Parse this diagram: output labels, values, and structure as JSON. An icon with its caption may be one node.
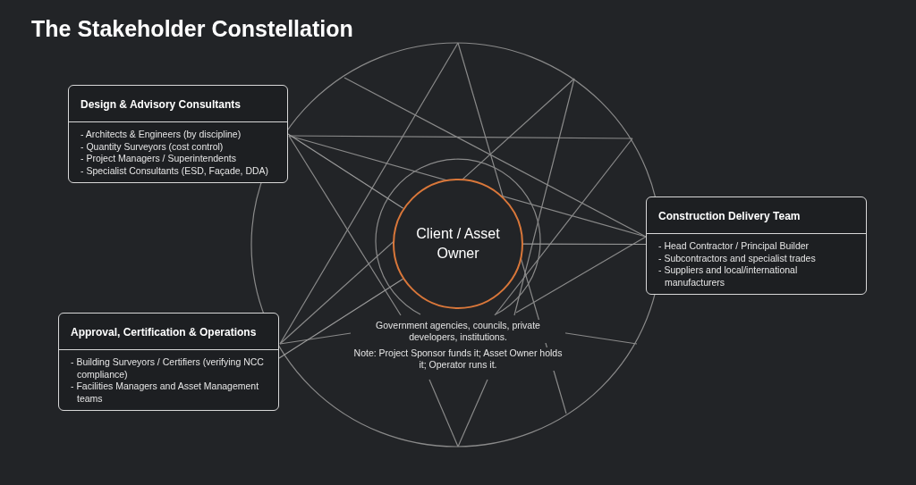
{
  "diagram": {
    "title": "The Stakeholder Constellation",
    "nodes": [
      {
        "text": [
          "Client / Asset Owner"
        ],
        "beside": [
          "Government agencies, councils, private developers, institutions.",
          "Note: Project Sponsor funds it; Asset Owner holds it; Operator runs it."
        ]
      },
      {
        "text": [
          "Design & Advisory Consultants",
          "- Architects & Engineers (by discipline)",
          "- Quantity Surveyors (cost control)",
          "- Project Managers / Superintendents",
          "- Specialist Consultants (ESD, Façade, DDA)"
        ]
      },
      {
        "text": [
          "Construction Delivery Team",
          "- Head Contractor / Principal Builder",
          "- Subcontractors and specialist trades",
          "- Suppliers and local/international manufacturers"
        ]
      },
      {
        "text": [
          "Approval, Certification & Operations",
          "- Building Surveyors / Certifiers (verifying NCC compliance)",
          "- Facilities Managers and Asset Management teams"
        ]
      }
    ],
    "edges": [
      {
        "from": 1,
        "to": 0,
        "arrow": "none"
      },
      {
        "from": 2,
        "to": 0,
        "arrow": "none"
      },
      {
        "from": 3,
        "to": 0,
        "arrow": "none"
      }
    ]
  }
}
